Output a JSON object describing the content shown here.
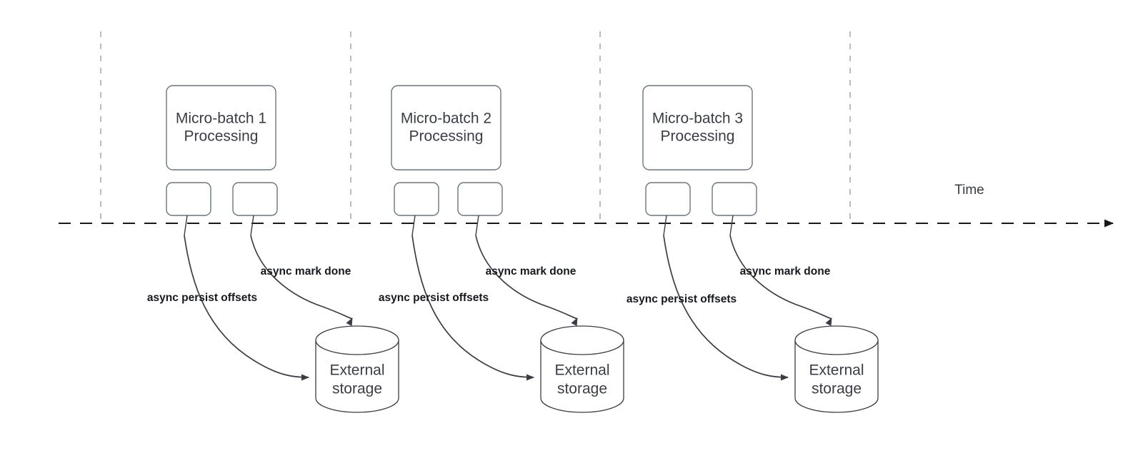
{
  "diagram": {
    "title_text": "",
    "colors": {
      "background": "#ffffff",
      "node_stroke": "#6c7480",
      "cylinder_stroke": "#3a3d45",
      "node_text": "#3a3d45",
      "edge_label_text": "#15181d",
      "axis": "#15181d",
      "tick": "#b8bcc4"
    },
    "axis": {
      "label": "Time",
      "style": "dashed-arrow-right"
    },
    "batches": [
      {
        "id": "micro-batch-1",
        "title_line1": "Micro-batch 1",
        "title_line2": "Processing",
        "persist_label": "async persist offsets",
        "mark_done_label": "async mark done",
        "storage_line1": "External",
        "storage_line2": "storage"
      },
      {
        "id": "micro-batch-2",
        "title_line1": "Micro-batch 2",
        "title_line2": "Processing",
        "persist_label": "async persist offsets",
        "mark_done_label": "async mark done",
        "storage_line1": "External",
        "storage_line2": "storage"
      },
      {
        "id": "micro-batch-3",
        "title_line1": "Micro-batch 3",
        "title_line2": "Processing",
        "persist_label": "async persist offsets",
        "mark_done_label": "async mark done",
        "storage_line1": "External",
        "storage_line2": "storage"
      }
    ]
  }
}
